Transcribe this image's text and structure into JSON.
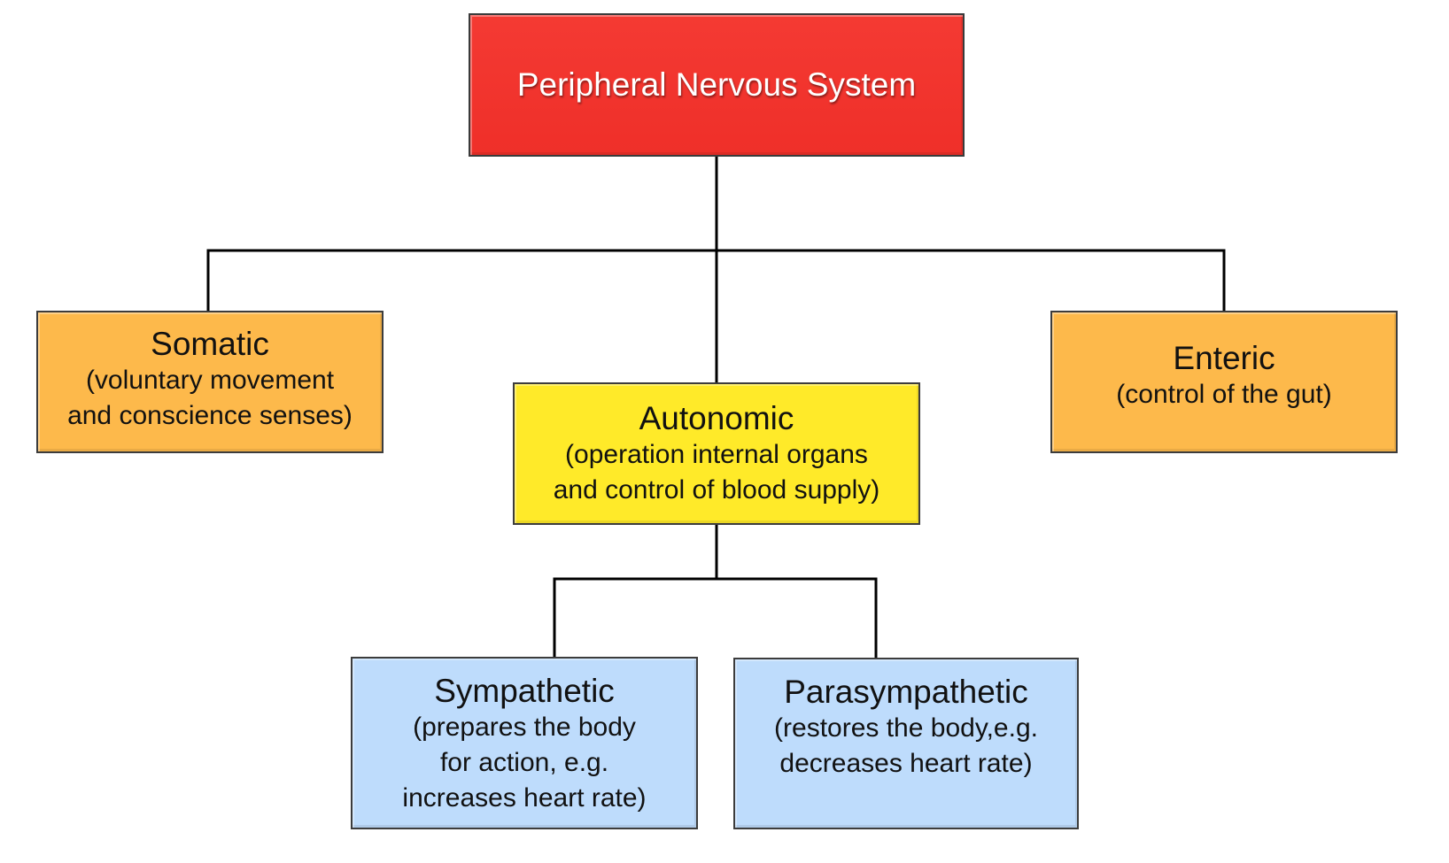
{
  "diagram": {
    "type": "hierarchy-tree",
    "colors": {
      "root": "#f2352f",
      "primary_branch": "#fdb94b",
      "autonomic": "#ffea29",
      "autonomic_children": "#bedcfc",
      "connector": "#000000"
    },
    "nodes": {
      "root": {
        "title": "Peripheral Nervous System",
        "desc": ""
      },
      "somatic": {
        "title": "Somatic",
        "desc": "(voluntary movement\nand conscience senses)"
      },
      "autonomic": {
        "title": "Autonomic",
        "desc": "(operation internal organs\nand control of blood supply)"
      },
      "enteric": {
        "title": "Enteric",
        "desc": "(control of the gut)"
      },
      "sympathetic": {
        "title": "Sympathetic",
        "desc": "(prepares the body\nfor action, e.g.\nincreases heart rate)"
      },
      "parasympathetic": {
        "title": "Parasympathetic",
        "desc": "(restores the body,e.g.\ndecreases heart rate)"
      }
    },
    "edges": [
      {
        "from": "root",
        "to": "somatic"
      },
      {
        "from": "root",
        "to": "autonomic"
      },
      {
        "from": "root",
        "to": "enteric"
      },
      {
        "from": "autonomic",
        "to": "sympathetic"
      },
      {
        "from": "autonomic",
        "to": "parasympathetic"
      }
    ]
  }
}
